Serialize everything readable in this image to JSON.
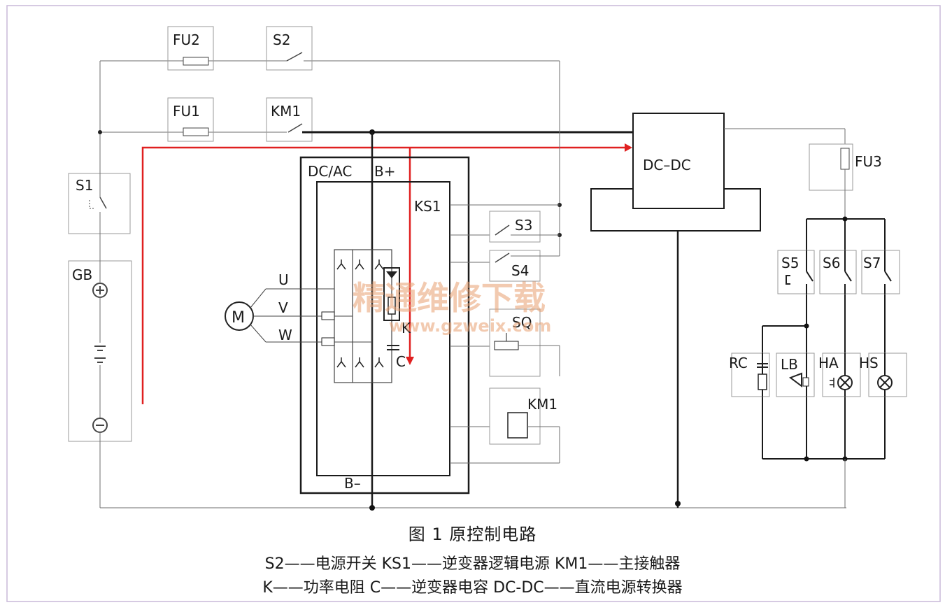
{
  "labels": {
    "fu2": "FU2",
    "s2": "S2",
    "fu1": "FU1",
    "km1_top": "KM1",
    "s1": "S1",
    "gb": "GB",
    "dcac": "DC/AC",
    "bplus": "B+",
    "bminus": "B–",
    "ks1": "KS1",
    "s3": "S3",
    "s4": "S4",
    "sq": "SQ",
    "km1_coil": "KM1",
    "u": "U",
    "v": "V",
    "w": "W",
    "k": "K",
    "c": "C",
    "m": "M",
    "dcdc": "DC–DC",
    "fu3": "FU3",
    "s5": "S5",
    "s6": "S6",
    "s7": "S7",
    "rc": "RC",
    "lb": "LB",
    "ha": "HA",
    "hs": "HS"
  },
  "watermark": {
    "cn": "精通维修下载",
    "url": "www.gzweix.com"
  },
  "caption": {
    "title": "图 1   原控制电路",
    "line1": "S2——电源开关  KS1——逆变器逻辑电源  KM1——主接触器",
    "line2": "K——功率电阻  C——逆变器电容  DC-DC——直流电源转换器"
  },
  "colors": {
    "wire": "#6e6e6e",
    "heavy": "#1a1a1a",
    "red": "#e02020",
    "box": "#9a9a9a"
  }
}
